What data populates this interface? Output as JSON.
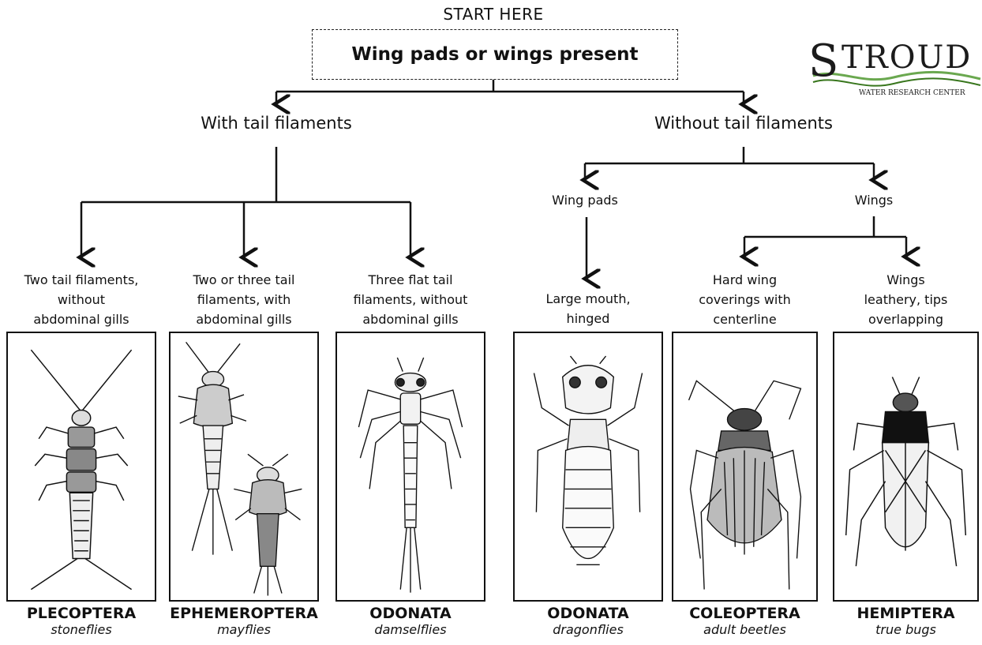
{
  "header": {
    "start_label": "START HERE"
  },
  "root": {
    "label": "Wing pads or wings present"
  },
  "branches": {
    "with_tail": "With tail filaments",
    "without_tail": "Without tail filaments",
    "wing_pads": "Wing pads",
    "wings": "Wings"
  },
  "logo": {
    "name": "STROUD",
    "subtitle": "WATER RESEARCH CENTER"
  },
  "groups": [
    {
      "desc": [
        "Two tail filaments,",
        "without",
        "abdominal gills"
      ],
      "order": "PLECOPTERA",
      "common": "stoneflies",
      "icon": "stonefly-icon"
    },
    {
      "desc": [
        "Two or three tail",
        "filaments, with",
        "abdominal gills"
      ],
      "order": "EPHEMEROPTERA",
      "common": "mayflies",
      "icon": "mayfly-icon"
    },
    {
      "desc": [
        "Three flat tail",
        "filaments, without",
        "abdominal gills"
      ],
      "order": "ODONATA",
      "common": "damselflies",
      "icon": "damselfly-icon"
    },
    {
      "desc": [
        "Large mouth,",
        "hinged"
      ],
      "order": "ODONATA",
      "common": "dragonflies",
      "icon": "dragonfly-icon"
    },
    {
      "desc": [
        "Hard wing",
        "coverings with",
        "centerline"
      ],
      "order": "COLEOPTERA",
      "common": "adult beetles",
      "icon": "beetle-icon"
    },
    {
      "desc": [
        "Wings",
        "leathery, tips",
        "overlapping"
      ],
      "order": "HEMIPTERA",
      "common": "true bugs",
      "icon": "true-bug-icon"
    }
  ]
}
